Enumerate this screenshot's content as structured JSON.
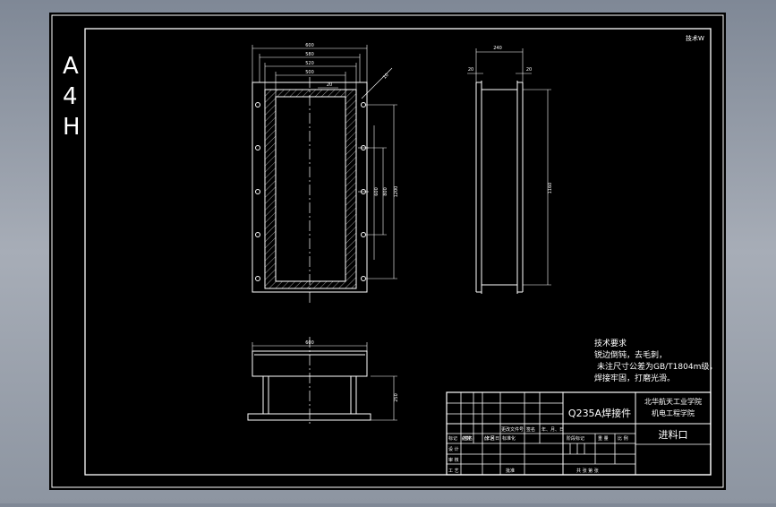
{
  "sheet": {
    "format_label": [
      "A",
      "4",
      "H"
    ],
    "corner_mark": "技术W"
  },
  "dimensions": {
    "front_top_1": "600",
    "front_top_2": "580",
    "front_top_3": "520",
    "front_top_4": "500",
    "front_wall": "20",
    "front_tag": "10",
    "front_height": "1200",
    "front_inner_1": "800",
    "front_inner_2": "600",
    "side_width": "240",
    "side_left": "20",
    "side_right": "20",
    "side_height": "1160",
    "bottom_width": "600",
    "bottom_height": "250"
  },
  "tech_requirements": {
    "title": "技术要求",
    "lines": [
      "锐边倒钝，去毛刺，",
      "未注尺寸公差为GB/T1804m级，",
      "焊接牢固，打磨光滑。"
    ]
  },
  "title_block": {
    "part_name": "Q235A焊接件",
    "school_line1": "北华航天工业学院",
    "school_line2": "机电工程学院",
    "drawing_name": "进料口",
    "header_cells": [
      "标记",
      "处数",
      "分 区",
      "更改文件号",
      "签名",
      "年、月、日"
    ],
    "row2_cells": [
      "设 计",
      "(签名)",
      "(年月日)",
      "标准化"
    ],
    "stage_cells": [
      "阶段标记",
      "重 量",
      "比 例"
    ],
    "row3_cells": [
      "审 核"
    ],
    "row4_cells": [
      "工 艺",
      "批准",
      "共  张  第  张"
    ]
  }
}
